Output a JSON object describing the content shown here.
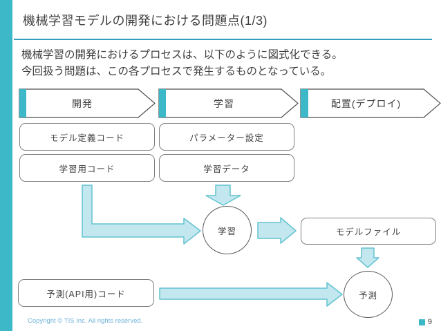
{
  "slide": {
    "title": "機械学習モデルの開発における問題点(1/3)",
    "body_lines": [
      "機械学習の開発におけるプロセスは、以下のように図式化できる。",
      "今回扱う問題は、この各プロセスで発生するものとなっている。"
    ],
    "footer": {
      "copyright": "Copyright © TIS Inc. All rights reserved.",
      "page_number": "9"
    },
    "colors": {
      "accent_teal": "#3cb8c8",
      "underline_teal": "#2f9fba",
      "arrow_fill": "#c3e7ee",
      "arrow_stroke": "#62c3d1",
      "box_border": "#7f7f7f",
      "chevron_border": "#4d4d4d",
      "circle_border": "#595959",
      "text_dark": "#3f3f3f",
      "copyright_text": "#6fb3d8"
    }
  },
  "diagram": {
    "phases": [
      {
        "label": "開発"
      },
      {
        "label": "学習"
      },
      {
        "label": "配置(デプロイ)"
      }
    ],
    "boxes": [
      {
        "id": "model-definition-code",
        "label": "モデル定義コード"
      },
      {
        "id": "parameter-settings",
        "label": "パラメーター設定"
      },
      {
        "id": "training-code",
        "label": "学習用コード"
      },
      {
        "id": "training-data",
        "label": "学習データ"
      },
      {
        "id": "model-file",
        "label": "モデルファイル"
      },
      {
        "id": "prediction-api-code",
        "label": "予測(API用)コード"
      }
    ],
    "circles": [
      {
        "id": "training",
        "label": "学習"
      },
      {
        "id": "prediction",
        "label": "予測"
      }
    ]
  }
}
